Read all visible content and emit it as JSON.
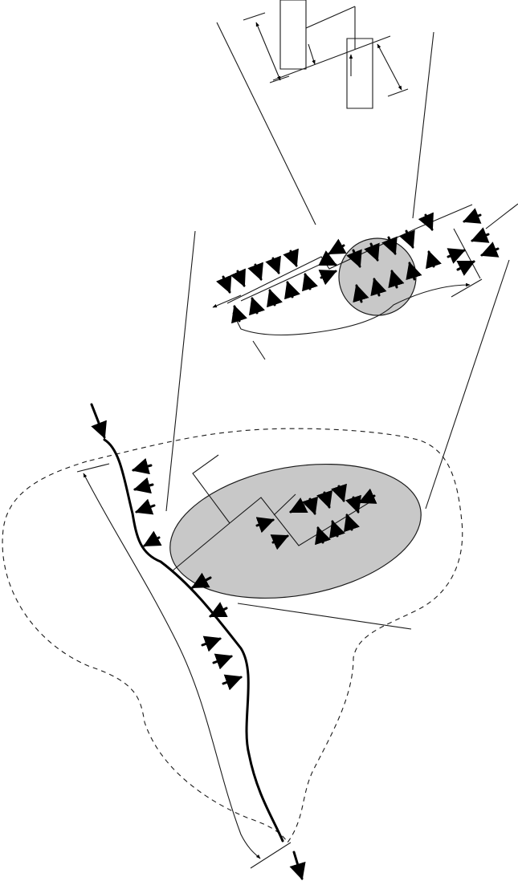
{
  "diagram": {
    "kind": "schematic fracture/fault diagram at three scales",
    "labels": [],
    "colors": {
      "stroke": "#1a1a1a",
      "fault_trace": "#000000",
      "shaded_zone": "#c8c8c8",
      "background": "#ffffff"
    },
    "scales": [
      {
        "id": "regional",
        "elements": [
          "dashed-boundary",
          "curved-fault-trace",
          "flow-arrows",
          "elliptical-zone"
        ]
      },
      {
        "id": "intermediate",
        "elements": [
          "stepped-joint-trace",
          "paired-arrows",
          "circular-zone"
        ]
      },
      {
        "id": "detail",
        "elements": [
          "offset-rectangles",
          "dimension-arrows"
        ]
      }
    ]
  }
}
